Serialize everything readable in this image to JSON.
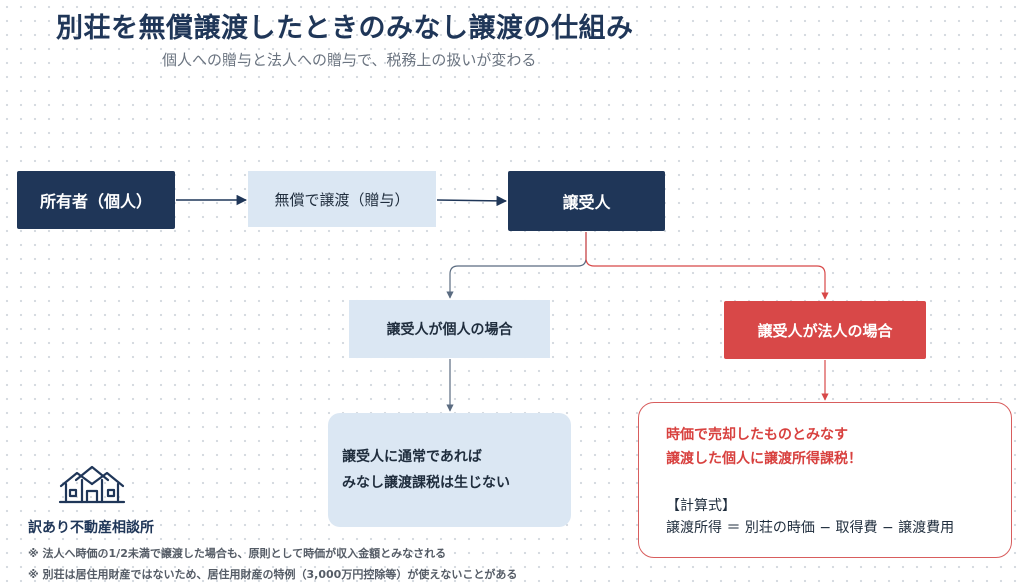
{
  "title": "別荘を無償譲渡したときのみなし譲渡の仕組み",
  "subtitle": "個人への贈与と法人への贈与で、税務上の扱いが変わる",
  "flow": {
    "owner": "所有者（個人）",
    "transfer": "無償で譲渡（贈与）",
    "receiver": "譲受人"
  },
  "branches": {
    "individual": {
      "label": "譲受人が個人の場合",
      "result_lines": [
        "譲受人に通常であれば",
        "みなし譲渡課税は生じない"
      ]
    },
    "corporation": {
      "label": "譲受人が法人の場合",
      "result_lines": [
        "時価で売却したものとみなす",
        "譲渡した個人に譲渡所得課税！"
      ],
      "formula_label": "【計算式】",
      "formula": "譲渡所得 ＝ 別荘の時価 − 取得費 − 譲渡費用"
    }
  },
  "logo": {
    "name": "訳あり不動産相談所",
    "icon": "houses-icon"
  },
  "notes": [
    "※ 法人へ時価の1/2未満で譲渡した場合も、原則として時価が収入金額とみなされる",
    "※ 別荘は居住用財産ではないため、居住用財産の特例（3,000万円控除等）が使えないことがある"
  ],
  "colors": {
    "navy": "#1f3658",
    "light_blue": "#dbe7f3",
    "red": "#d84848",
    "red_text": "#d8413f",
    "connector": "#5a6b80",
    "connector_red": "#d84848"
  }
}
